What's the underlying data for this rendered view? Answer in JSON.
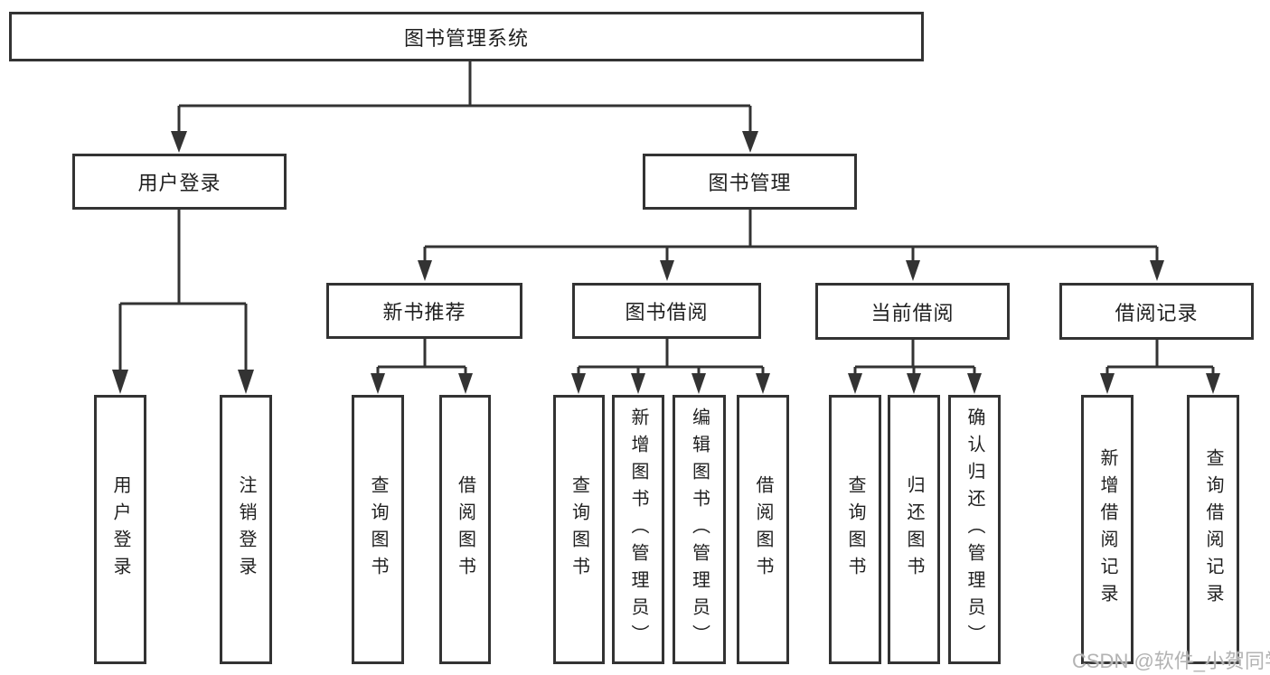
{
  "colors": {
    "line": "#333333",
    "text": "#1f1f1f",
    "background": "#ffffff",
    "watermark_color": "#b3b3b3"
  },
  "watermark": {
    "label": "CSDN @软件_小贺同学"
  },
  "tree": {
    "root": {
      "label": "图书管理系统"
    },
    "branches": [
      {
        "label": "用户登录",
        "children": [
          {
            "label": "用户登录"
          },
          {
            "label": "注销登录"
          }
        ]
      },
      {
        "label": "图书管理",
        "children": [
          {
            "label": "新书推荐",
            "children": [
              {
                "label": "查询图书"
              },
              {
                "label": "借阅图书"
              }
            ]
          },
          {
            "label": "图书借阅",
            "children": [
              {
                "label": "查询图书"
              },
              {
                "label": "新增图书（管理员）"
              },
              {
                "label": "编辑图书（管理员）"
              },
              {
                "label": "借阅图书"
              }
            ]
          },
          {
            "label": "当前借阅",
            "children": [
              {
                "label": "查询图书"
              },
              {
                "label": "归还图书"
              },
              {
                "label": "确认归还（管理员）"
              }
            ]
          },
          {
            "label": "借阅记录",
            "children": [
              {
                "label": "新增借阅记录"
              },
              {
                "label": "查询借阅记录"
              }
            ]
          }
        ]
      }
    ]
  }
}
